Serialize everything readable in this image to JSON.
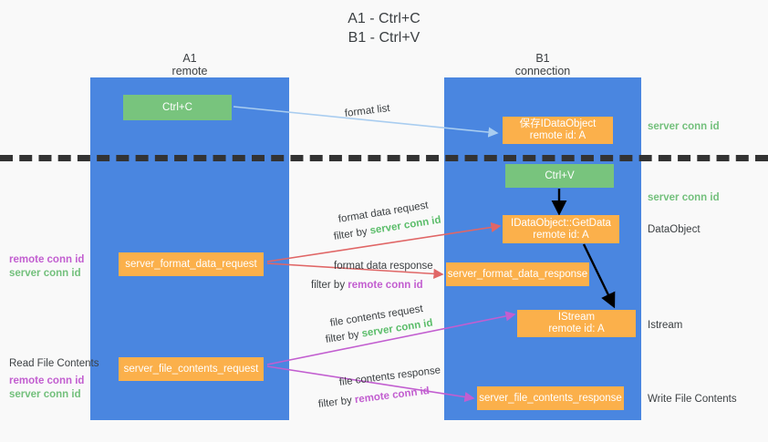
{
  "title": "A1 - Ctrl+C\nB1 - Ctrl+V",
  "lanes": {
    "a1": {
      "name": "A1",
      "role": "remote",
      "header": "A1\nremote"
    },
    "b1": {
      "name": "B1",
      "role": "connection",
      "header": "B1\nconnection"
    }
  },
  "boxes": {
    "ctrl_c": "Ctrl+C",
    "ctrl_v": "Ctrl+V",
    "idataobject": "保存IDataObject\nremote id: A",
    "getdata": "IDataObject::GetData\nremote id: A",
    "istream": "IStream\nremote id: A",
    "server_format_data_request": "server_format_data_request",
    "server_format_data_response": "server_format_data_response",
    "server_file_contents_request": "server_file_contents_request",
    "server_file_contents_response": "server_file_contents_response"
  },
  "annotations": {
    "format_list": "format list",
    "format_data_request": "format data request",
    "format_data_request_filter_prefix": "filter by ",
    "format_data_request_filter_value": "server conn id",
    "format_data_response": "format data response",
    "format_data_response_filter_prefix": "filter by ",
    "format_data_response_filter_value": "remote conn id",
    "file_contents_request": "file contents request",
    "file_contents_request_filter_prefix": "filter by ",
    "file_contents_request_filter_value": "server conn id",
    "file_contents_response": "file contents response",
    "file_contents_response_filter_prefix": "filter by ",
    "file_contents_response_filter_value": "remote conn id"
  },
  "right_labels": {
    "server_conn_id_top": "server conn id",
    "server_conn_id_mid": "server conn id",
    "dataobject": "DataObject",
    "istream": "Istream",
    "write_file_contents": "Write File Contents"
  },
  "left_labels": {
    "remote_conn_id_1": "remote conn id",
    "server_conn_id_1": "server conn id",
    "read_file_contents": "Read File Contents",
    "remote_conn_id_2": "remote conn id",
    "server_conn_id_2": "server conn id"
  },
  "colors": {
    "lane_blue": "#4a86e0",
    "box_green": "#78c47d",
    "box_orange": "#fbb04b",
    "arrow_light_blue": "#a9cdf0",
    "arrow_red": "#e06666",
    "arrow_magenta": "#c25ed0",
    "arrow_black": "#000000",
    "green_text": "#5bbd6a",
    "purple_text": "#c25ed0",
    "background": "#f9f9f9"
  }
}
